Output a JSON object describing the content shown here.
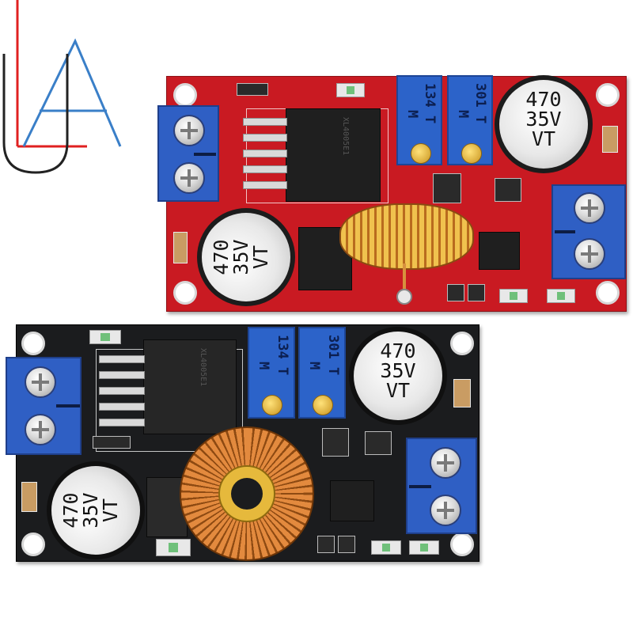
{
  "logo": {
    "name": "ua-logo",
    "colors": {
      "red": "#e02020",
      "blue": "#3a7fc8",
      "black": "#222222"
    }
  },
  "colors": {
    "red_board": "#c91a22",
    "black_board": "#1b1c1e",
    "terminal_blue": "#2f5fc4",
    "copper": "#d98a3a",
    "yellow_core": "#e8b92a"
  },
  "red_board": {
    "capacitor_a": {
      "line1": "470",
      "line2": "35V",
      "line3": "VT"
    },
    "capacitor_b": {
      "line1": "470",
      "line2": "35V",
      "line3": "VT"
    },
    "pot_a": {
      "text": "134 T",
      "sub": "M"
    },
    "pot_b": {
      "text": "301 T",
      "sub": "M"
    },
    "ic_mark": "XL4005E1"
  },
  "black_board": {
    "capacitor_a": {
      "line1": "470",
      "line2": "35V",
      "line3": "VT"
    },
    "capacitor_b": {
      "line1": "470",
      "line2": "35V",
      "line3": "VT"
    },
    "pot_a": {
      "text": "134 T",
      "sub": "M"
    },
    "pot_b": {
      "text": "301 T",
      "sub": "M"
    },
    "ic_mark": "XL4005E1"
  }
}
